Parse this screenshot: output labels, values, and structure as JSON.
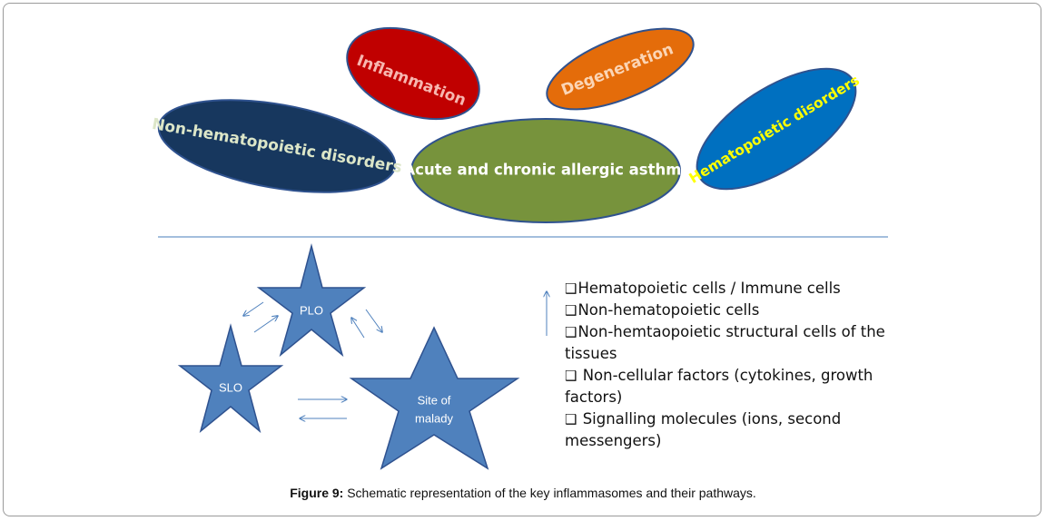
{
  "ellipses": {
    "inflammation": "Inflammation",
    "degeneration": "Degeneration",
    "non_hematopoietic": "Non-hematopoietic disorders",
    "asthma": "Acute and chronic allergic asthma",
    "hematopoietic": "Hematopoietic disorders"
  },
  "stars": {
    "plo": "PLO",
    "slo": "SLO",
    "site_line1": "Site of",
    "site_line2": "malady"
  },
  "legend": {
    "bullet_glyph": "❑",
    "items": [
      "Hematopoietic cells / Immune cells",
      "Non-hematopoietic cells",
      "Non-hemtaopoietic structural cells of the tissues",
      " Non-cellular factors (cytokines, growth factors)",
      " Signalling molecules (ions, second messengers)"
    ]
  },
  "caption": {
    "label": "Figure 9:",
    "text": " Schematic representation of the key inflammasomes and their pathways."
  },
  "colors": {
    "inflammation": "#c00000",
    "degeneration": "#e46c0a",
    "non_hematopoietic": "#17375e",
    "asthma": "#77933c",
    "hematopoietic": "#0070c0",
    "star": "#4f81bd",
    "outline": "#2f528f",
    "arrow": "#4f81bd",
    "divider": "#4a7ebb"
  }
}
